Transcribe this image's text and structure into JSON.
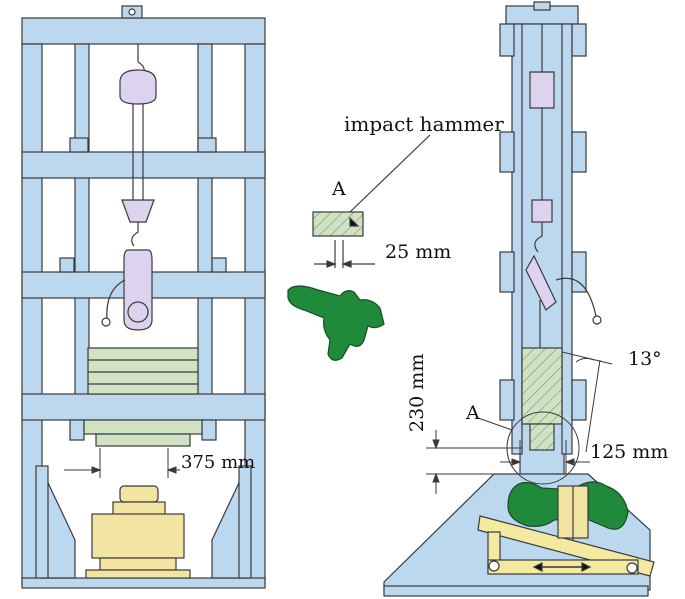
{
  "labels": {
    "impact_hammer": "impact hammer",
    "section_a_left": "A",
    "section_a_right": "A",
    "dim_25": "25 mm",
    "dim_375": "375 mm",
    "dim_230": "230 mm",
    "dim_125": "125 mm",
    "angle_13": "13°"
  },
  "colors": {
    "frame": "#bcd8ee",
    "frame_stroke": "#3a3a3a",
    "weight_green": "#cfe3c4",
    "hammer_fill": "#cfe3c4",
    "hook_purple": "#ddd3ee",
    "specimen_yellow": "#f2e4a3",
    "cast_green": "#1f8a3a",
    "lamp_yellow": "#f3e9a0"
  },
  "icons": {
    "front_view": "drop-test-frame-front",
    "side_view": "drop-test-frame-side",
    "detail_a": "impact-hammer-section",
    "specimen_side": "rail-fastener-clip",
    "specimen_front": "rail-fastener-clip-front"
  }
}
